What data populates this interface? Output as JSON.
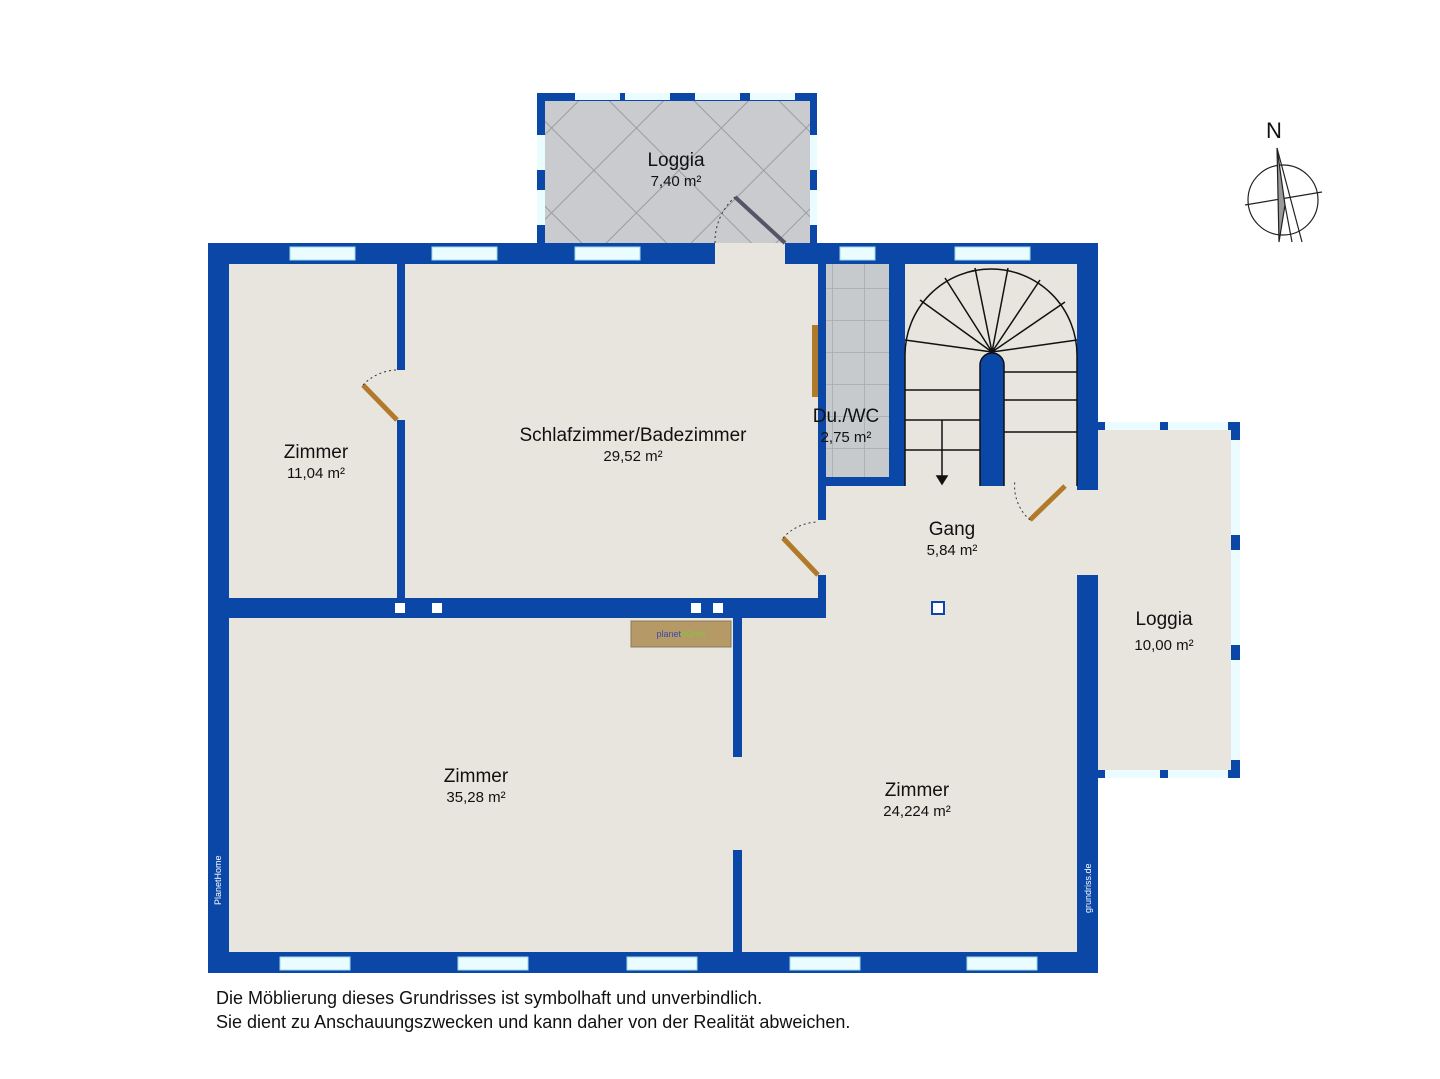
{
  "colors": {
    "wall": "#0b47a6",
    "floor": "#e8e5de",
    "tile": "#c5c8cc",
    "window": "#eafcff",
    "door": "#b07a2a"
  },
  "rooms": [
    {
      "name": "Loggia",
      "area": "7,40 m²"
    },
    {
      "name": "Zimmer",
      "area": "11,04 m²"
    },
    {
      "name": "Schlafzimmer/Badezimmer",
      "area": "29,52 m²"
    },
    {
      "name": "Du./WC",
      "area": "2,75 m²"
    },
    {
      "name": "Gang",
      "area": "5,84 m²"
    },
    {
      "name": "Loggia",
      "area": "10,00 m²"
    },
    {
      "name": "Zimmer",
      "area": "35,28 m²"
    },
    {
      "name": "Zimmer",
      "area": "24,224 m²"
    }
  ],
  "compass": {
    "label": "N"
  },
  "watermarks": {
    "left": "PlanetHome",
    "right": "grundriss.de",
    "logo": "planethome"
  },
  "disclaimer": [
    "Die Möblierung dieses Grundrisses ist symbolhaft und unverbindlich.",
    "Sie dient zu Anschauungszwecken und kann daher von der Realität abweichen."
  ]
}
